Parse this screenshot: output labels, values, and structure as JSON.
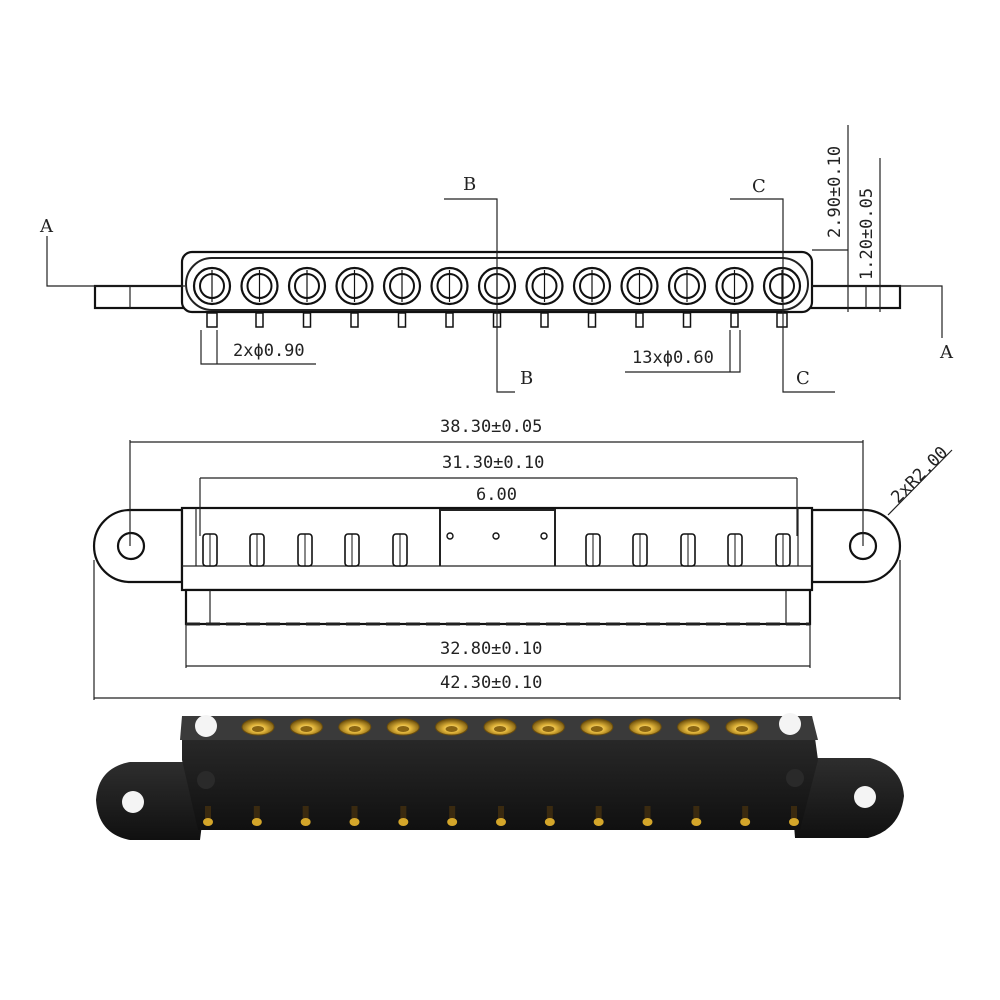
{
  "top_view": {
    "pin_count": 13,
    "section_labels": {
      "a_left": "A",
      "a_right": "A",
      "b_top": "B",
      "b_bottom": "B",
      "c_top": "C",
      "c_bottom": "C"
    },
    "dims": {
      "post_dia": "2xϕ0.90",
      "pin_dia": "13xϕ0.60",
      "height_total": "2.90±0.10",
      "height_flange": "1.20±0.05"
    }
  },
  "side_view": {
    "pin_count": 13,
    "dims": {
      "hole_pitch": "38.30±0.05",
      "pin_span": "31.30±0.10",
      "gap": "6.00",
      "radius": "2xR2.00",
      "body_length": "32.80±0.10",
      "overall_length": "42.30±0.10"
    }
  },
  "photo": {
    "pin_count": 11,
    "colors": {
      "body": "#1b1b1b",
      "gold": "#d4a62a",
      "gold_dark": "#8a6512"
    }
  }
}
